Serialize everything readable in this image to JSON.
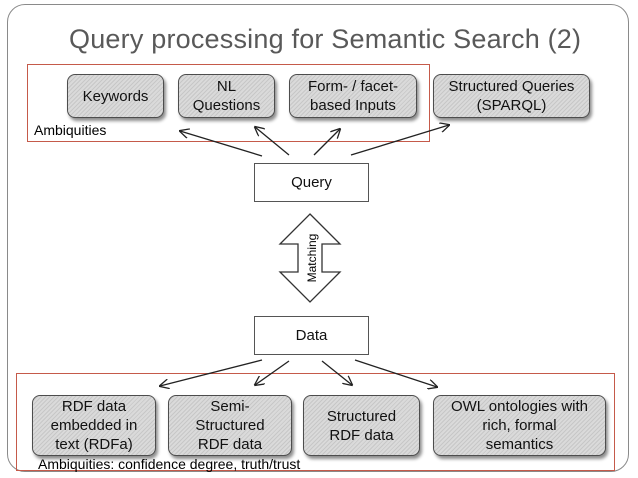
{
  "title": "Query processing for Semantic Search (2)",
  "query_inputs": [
    {
      "label": "Keywords"
    },
    {
      "label": "NL\nQuestions"
    },
    {
      "label": "Form- / facet-\nbased Inputs"
    },
    {
      "label": "Structured Queries\n(SPARQL)"
    }
  ],
  "top_region_label": "Ambiquities",
  "query_label": "Query",
  "matching_label": "Matching",
  "data_label": "Data",
  "data_kinds": [
    {
      "label": "RDF data\nembedded in\ntext (RDFa)"
    },
    {
      "label": "Semi-\nStructured\nRDF data"
    },
    {
      "label": "Structured\nRDF data"
    },
    {
      "label": "OWL ontologies with\nrich, formal\nsemantics"
    }
  ],
  "bottom_region_label": "Ambiquities: confidence degree,  truth/trust",
  "colors": {
    "title": "#595959",
    "region_border": "#c55a4a",
    "box_fill": "#d2d2d2"
  }
}
